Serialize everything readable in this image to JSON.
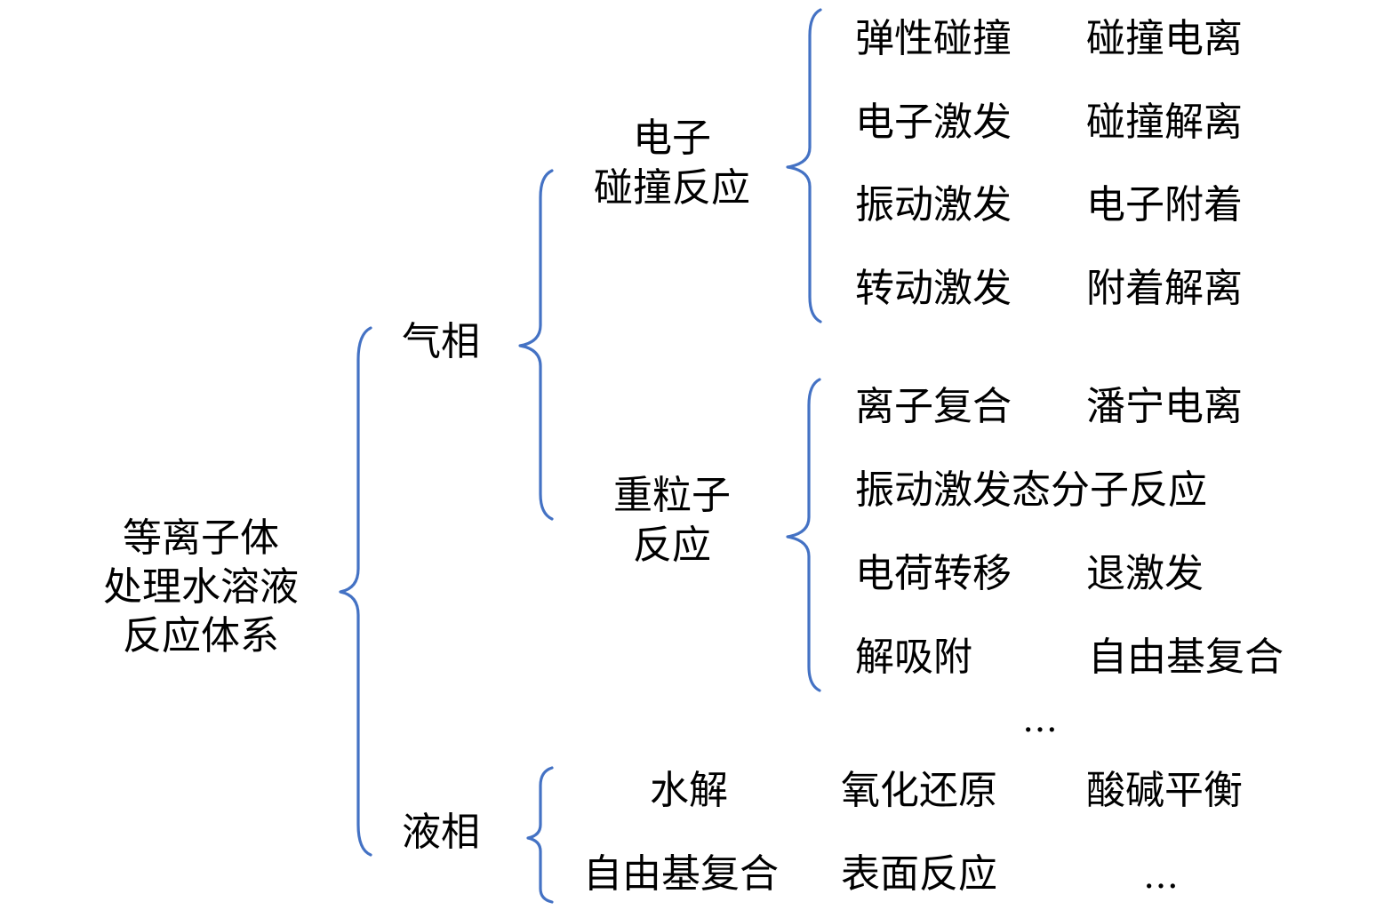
{
  "colors": {
    "brace": "#4472C4",
    "text": "#000000",
    "background": "#ffffff"
  },
  "root": {
    "lines": [
      "等离子体",
      "处理水溶液",
      "反应体系"
    ]
  },
  "gas_phase": {
    "label": "气相",
    "electron_collision": {
      "label_lines": [
        "电子",
        "碰撞反应"
      ],
      "items": [
        [
          "弹性碰撞",
          "碰撞电离"
        ],
        [
          "电子激发",
          "碰撞解离"
        ],
        [
          "振动激发",
          "电子附着"
        ],
        [
          "转动激发",
          "附着解离"
        ]
      ]
    },
    "heavy_particle": {
      "label_lines": [
        "重粒子",
        "反应"
      ],
      "items": [
        [
          "离子复合",
          "潘宁电离"
        ],
        [
          "振动激发态分子反应"
        ],
        [
          "电荷转移",
          "退激发"
        ],
        [
          "解吸附",
          "自由基复合"
        ]
      ],
      "ellipsis": "…"
    }
  },
  "liquid_phase": {
    "label": "液相",
    "items": [
      [
        "水解",
        "氧化还原",
        "酸碱平衡"
      ],
      [
        "自由基复合",
        "表面反应",
        "…"
      ]
    ]
  }
}
